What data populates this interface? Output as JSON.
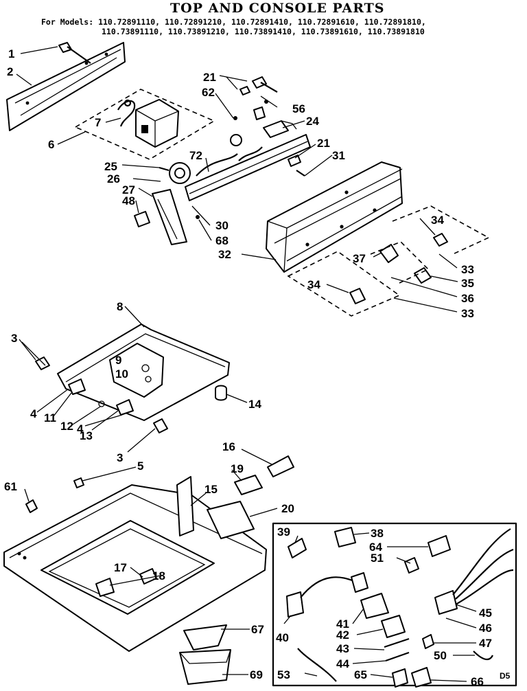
{
  "title": "TOP AND CONSOLE PARTS",
  "models_line1": "For Models: 110.72891110, 110.72891210, 110.72891410, 110.72891610, 110.72891810,",
  "models_line2": "110.73891110, 110.73891210, 110.73891410, 110.73891610, 110.73891810",
  "drawing_code": "D5",
  "callouts": {
    "c1": "1",
    "c2": "2",
    "c3a": "3",
    "c3b": "3",
    "c4a": "4",
    "c4b": "4",
    "c5": "5",
    "c6": "6",
    "c7": "7",
    "c8": "8",
    "c9": "9",
    "c10": "10",
    "c11": "11",
    "c12": "12",
    "c13": "13",
    "c14": "14",
    "c15": "15",
    "c16": "16",
    "c17": "17",
    "c18": "18",
    "c19": "19",
    "c20": "20",
    "c21a": "21",
    "c21b": "21",
    "c24": "24",
    "c25": "25",
    "c26": "26",
    "c27": "27",
    "c30": "30",
    "c31": "31",
    "c32": "32",
    "c33a": "33",
    "c33b": "33",
    "c34a": "34",
    "c34b": "34",
    "c35": "35",
    "c36": "36",
    "c37": "37",
    "c38": "38",
    "c39": "39",
    "c40": "40",
    "c41": "41",
    "c42": "42",
    "c43": "43",
    "c44": "44",
    "c45": "45",
    "c46": "46",
    "c47": "47",
    "c48": "48",
    "c50": "50",
    "c51": "51",
    "c53": "53",
    "c56": "56",
    "c61": "61",
    "c62": "62",
    "c64": "64",
    "c65": "65",
    "c66": "66",
    "c67": "67",
    "c68": "68",
    "c69": "69",
    "c72": "72"
  }
}
